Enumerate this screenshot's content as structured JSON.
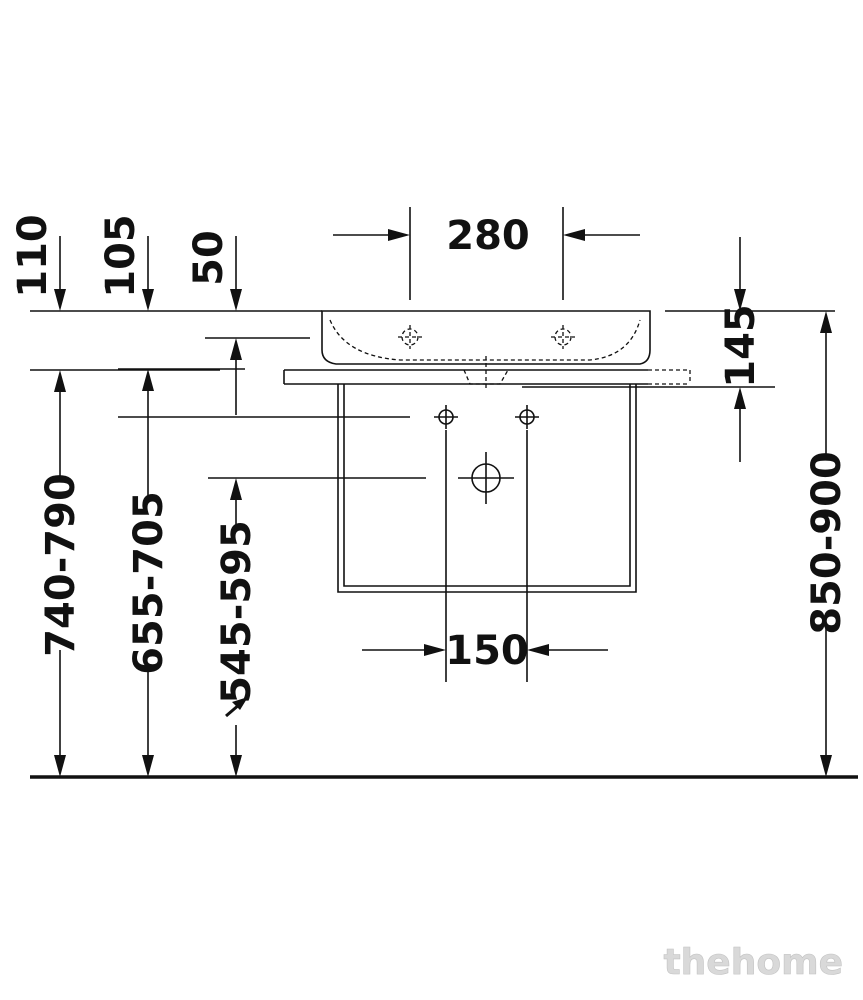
{
  "dimensions": {
    "width_top": "280",
    "width_bottom": "150",
    "h_110": "110",
    "h_105": "105",
    "h_50": "50",
    "h_145": "145",
    "h_740_790": "740-790",
    "h_655_705": "655-705",
    "h_545_595": "545-595",
    "h_850_900": "850-900"
  },
  "watermark": "thehome",
  "colors": {
    "line": "#111111",
    "background": "#ffffff",
    "watermark": "#d9d9d9"
  }
}
